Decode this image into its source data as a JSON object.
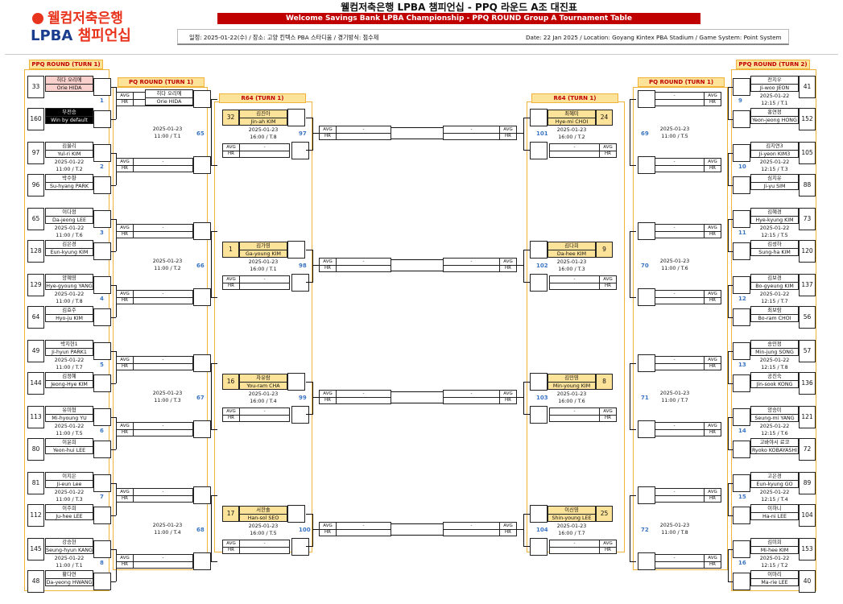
{
  "header": {
    "logo_top": "웰컴저축은행",
    "logo_bottom_a": "LPBA",
    "logo_bottom_b": "챔피언십",
    "title": "웰컴저축은행 LPBA 챔피언십 - PPQ 라운드 A조 대진표",
    "subtitle": "Welcome Savings Bank LPBA Championship - PPQ ROUND Group A Tournament Table",
    "info_ko": "일정: 2025-01-22(수) / 장소: 고양 킨텍스 PBA 스타디움 / 경기방식: 점수제",
    "info_en": "Date: 22 Jan 2025 / Location: Goyang Kintex PBA Stadium / Game System: Point System"
  },
  "labels": {
    "ppq_turn1": "PPQ ROUND (TURN 1)",
    "ppq_turn2": "PPQ ROUND (TURN 2)",
    "pq_turn1": "PQ ROUND (TURN 1)",
    "r64_turn1": "R64 (TURN 1)",
    "avg": "AVG",
    "hr": "HR",
    "dash": "-"
  },
  "left_ppq": [
    {
      "match": "1",
      "a": {
        "seed": "33",
        "ko": "히다 오리에",
        "en": "Orie HIDA",
        "style": "pink"
      },
      "b": {
        "seed": "160",
        "ko": "부전승",
        "en": "Win by default",
        "style": "black"
      },
      "date": "",
      "time": ""
    },
    {
      "match": "2",
      "a": {
        "seed": "97",
        "ko": "김율리",
        "en": "Yul-ri KIM"
      },
      "b": {
        "seed": "96",
        "ko": "박수향",
        "en": "Su-hyang PARK"
      },
      "date": "2025-01-22",
      "time": "11:00 / T.2"
    },
    {
      "match": "3",
      "a": {
        "seed": "65",
        "ko": "이다정",
        "en": "Da-jeong LEE"
      },
      "b": {
        "seed": "128",
        "ko": "김은경",
        "en": "Eun-kyung KIM"
      },
      "date": "2025-01-22",
      "time": "11:00 / T.6"
    },
    {
      "match": "4",
      "a": {
        "seed": "129",
        "ko": "양혜영",
        "en": "Hye-gyoung YANG"
      },
      "b": {
        "seed": "64",
        "ko": "김효주",
        "en": "Hyo-ju KIM"
      },
      "date": "2025-01-22",
      "time": "11:00 / T.8"
    },
    {
      "match": "5",
      "a": {
        "seed": "49",
        "ko": "박지현1",
        "en": "Ji-hyun PARK1"
      },
      "b": {
        "seed": "144",
        "ko": "김정혜",
        "en": "Jeong-Hye KIM"
      },
      "date": "2025-01-22",
      "time": "11:00 / T.7"
    },
    {
      "match": "6",
      "a": {
        "seed": "113",
        "ko": "유미형",
        "en": "Mi-hyoung YU"
      },
      "b": {
        "seed": "80",
        "ko": "이윤희",
        "en": "Yeon-hui LEE"
      },
      "date": "2025-01-22",
      "time": "11:00 / T.5"
    },
    {
      "match": "7",
      "a": {
        "seed": "81",
        "ko": "이지은",
        "en": "Ji-eun Lee"
      },
      "b": {
        "seed": "112",
        "ko": "이주희",
        "en": "Ju-hee LEE"
      },
      "date": "2025-01-22",
      "time": "11:00 / T.3"
    },
    {
      "match": "8",
      "a": {
        "seed": "145",
        "ko": "강승현",
        "en": "Seung-hyun KANG"
      },
      "b": {
        "seed": "48",
        "ko": "황다연",
        "en": "Da-yeong HWANG"
      },
      "date": "2025-01-22",
      "time": "11:00 / T.1"
    }
  ],
  "left_pq": [
    {
      "match": "65",
      "date": "2025-01-23",
      "time": "11:00 / T.1",
      "top_name": "히다 오리에",
      "top_en": "Orie HIDA"
    },
    {
      "match": "66",
      "date": "2025-01-23",
      "time": "11:00 / T.2"
    },
    {
      "match": "67",
      "date": "2025-01-23",
      "time": "11:00 / T.3"
    },
    {
      "match": "68",
      "date": "2025-01-23",
      "time": "11:00 / T.4"
    }
  ],
  "left_r64": [
    {
      "match": "97",
      "seed": "32",
      "ko": "김진아",
      "en": "Jin-ah KIM",
      "date": "2025-01-23",
      "time": "16:00 / T.8"
    },
    {
      "match": "98",
      "seed": "1",
      "ko": "김가영",
      "en": "Ga-young KIM",
      "date": "2025-01-23",
      "time": "16:00 / T.1"
    },
    {
      "match": "99",
      "seed": "16",
      "ko": "차유람",
      "en": "You-ram CHA",
      "date": "2025-01-23",
      "time": "16:00 / T.4"
    },
    {
      "match": "100",
      "seed": "17",
      "ko": "서한솔",
      "en": "Han-sol SEO",
      "date": "2025-01-23",
      "time": "16:00 / T.5"
    }
  ],
  "right_r64": [
    {
      "match": "101",
      "seed": "24",
      "ko": "최혜미",
      "en": "Hye-mi CHOI",
      "date": "2025-01-23",
      "time": "16:00 / T.2"
    },
    {
      "match": "102",
      "seed": "9",
      "ko": "김다희",
      "en": "Da-hee KIM",
      "date": "2025-01-23",
      "time": "16:00 / T.3"
    },
    {
      "match": "103",
      "seed": "8",
      "ko": "김민영",
      "en": "Min-young KIM",
      "date": "2025-01-23",
      "time": "16:00 / T.6"
    },
    {
      "match": "104",
      "seed": "25",
      "ko": "이신영",
      "en": "Shin-young LEE",
      "date": "2025-01-23",
      "time": "16:00 / T.7"
    }
  ],
  "right_pq": [
    {
      "match": "69",
      "date": "2025-01-23",
      "time": "11:00 / T.5"
    },
    {
      "match": "70",
      "date": "2025-01-23",
      "time": "11:00 / T.6"
    },
    {
      "match": "71",
      "date": "2025-01-23",
      "time": "11:00 / T.7"
    },
    {
      "match": "72",
      "date": "2025-01-23",
      "time": "11:00 / T.8"
    }
  ],
  "right_ppq": [
    {
      "match": "9",
      "a": {
        "seed": "41",
        "ko": "전지우",
        "en": "Ji-woo JEON"
      },
      "b": {
        "seed": "152",
        "ko": "홍연정",
        "en": "Yeon-jeong HONG"
      },
      "date": "2025-01-22",
      "time": "12:15 / T.1"
    },
    {
      "match": "10",
      "a": {
        "seed": "105",
        "ko": "김지연3",
        "en": "Ji-yeon KIM3"
      },
      "b": {
        "seed": "88",
        "ko": "심지유",
        "en": "Ji-yu SIM"
      },
      "date": "2025-01-22",
      "time": "12:15 / T.3"
    },
    {
      "match": "11",
      "a": {
        "seed": "73",
        "ko": "김혜경",
        "en": "Hye-kyung KIM"
      },
      "b": {
        "seed": "120",
        "ko": "김성하",
        "en": "Sung-ha KIM"
      },
      "date": "2025-01-22",
      "time": "12:15 / T.5"
    },
    {
      "match": "12",
      "a": {
        "seed": "137",
        "ko": "김보경",
        "en": "Bo-gyeung KIM"
      },
      "b": {
        "seed": "56",
        "ko": "최보람",
        "en": "Bo-ram CHOI"
      },
      "date": "2025-01-22",
      "time": "12:15 / T.7"
    },
    {
      "match": "13",
      "a": {
        "seed": "57",
        "ko": "송민정",
        "en": "Min-jung SONG"
      },
      "b": {
        "seed": "136",
        "ko": "공진숙",
        "en": "Jin-sook KONG"
      },
      "date": "2025-01-22",
      "time": "12:15 / T.8"
    },
    {
      "match": "14",
      "a": {
        "seed": "121",
        "ko": "양승미",
        "en": "Seung-mi YANG"
      },
      "b": {
        "seed": "72",
        "ko": "고바야시 료코",
        "en": "Ryoko KOBAYASHI"
      },
      "date": "2025-01-22",
      "time": "12:15 / T.6"
    },
    {
      "match": "15",
      "a": {
        "seed": "89",
        "ko": "고은경",
        "en": "Eun-kyung GO"
      },
      "b": {
        "seed": "104",
        "ko": "이하니",
        "en": "Ha-ni LEE"
      },
      "date": "2025-01-22",
      "time": "12:15 / T.4"
    },
    {
      "match": "16",
      "a": {
        "seed": "153",
        "ko": "김미희",
        "en": "Mi-hee KIM"
      },
      "b": {
        "seed": "40",
        "ko": "이마리",
        "en": "Ma-rie LEE"
      },
      "date": "2025-01-22",
      "time": "12:15 / T.2"
    }
  ]
}
